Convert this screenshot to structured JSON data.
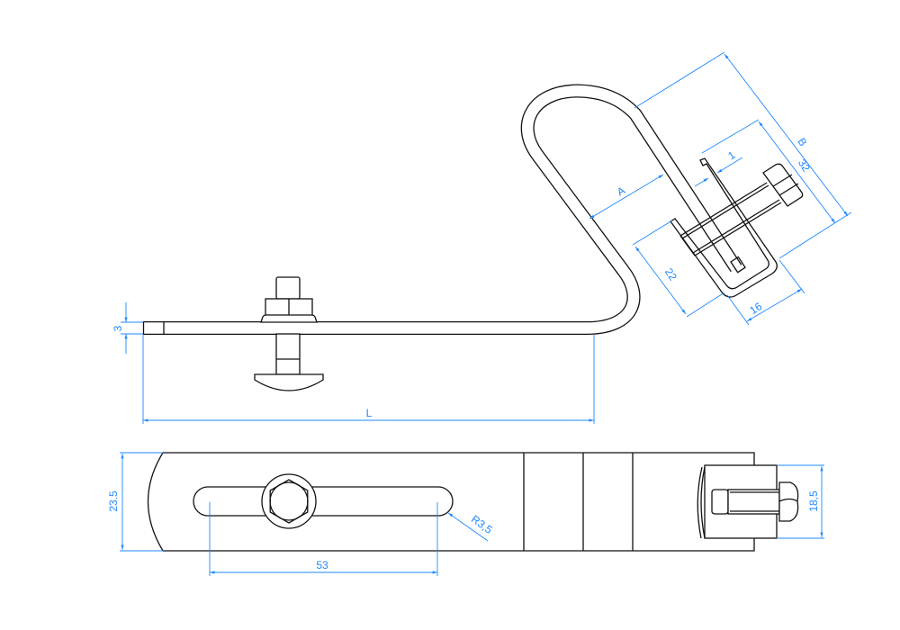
{
  "drawing": {
    "colors": {
      "geometry": "#111111",
      "dimension": "#1e88ff"
    },
    "side_view": {
      "dimensions": {
        "thickness": "3",
        "length": "L",
        "gap": "A",
        "height": "B",
        "lip": "1",
        "clamp_depth": "32",
        "clamp_width": "22",
        "clamp_base": "16"
      }
    },
    "top_view": {
      "dimensions": {
        "width": "23.5",
        "slot_length": "53",
        "slot_radius": "R3,5",
        "clamp_height": "18,5"
      }
    }
  }
}
